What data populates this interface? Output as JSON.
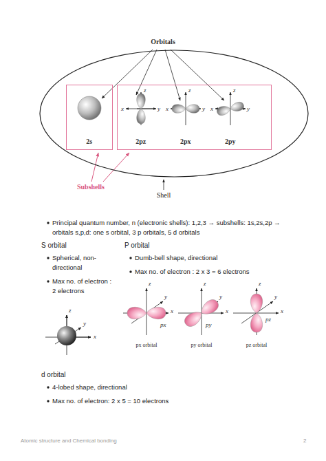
{
  "diagram": {
    "nodes": [
      {
        "text": [
          "Shell"
        ]
      },
      {
        "text": [
          "2s"
        ],
        "in": 0
      },
      {
        "text": [
          "2pz",
          "2px",
          "2py"
        ],
        "in": 0
      }
    ],
    "labels": [
      "Orbitals",
      "Subshells",
      "z",
      "x",
      "y",
      "z",
      "x",
      "y",
      "z",
      "x",
      "y",
      "Principal quantum number, n (electronic shells): 1,2,3 → subshells: 1s,2s,2p → orbitals s,p,d: one s orbital, 3 p orbitals, 5 d orbitals",
      "S orbital",
      "P orbital",
      "Spherical, non-directional",
      "Max no. of electron : 2 electrons",
      "Dumb-bell shape, directional",
      "Max no. of electron : 2 x 3 = 6 electrons",
      "z",
      "y",
      "x",
      "px",
      "z",
      "y",
      "x",
      "px orbital",
      "py",
      "z",
      "y",
      "x",
      "py orbital",
      "pz",
      "z",
      "y",
      "x",
      "pz orbital",
      "d orbital",
      "4-lobed shape, directional",
      "Max no. of electron: 2 x 5 = 10 electrons",
      "Atomic structure and Chemical bonding",
      "2"
    ]
  }
}
